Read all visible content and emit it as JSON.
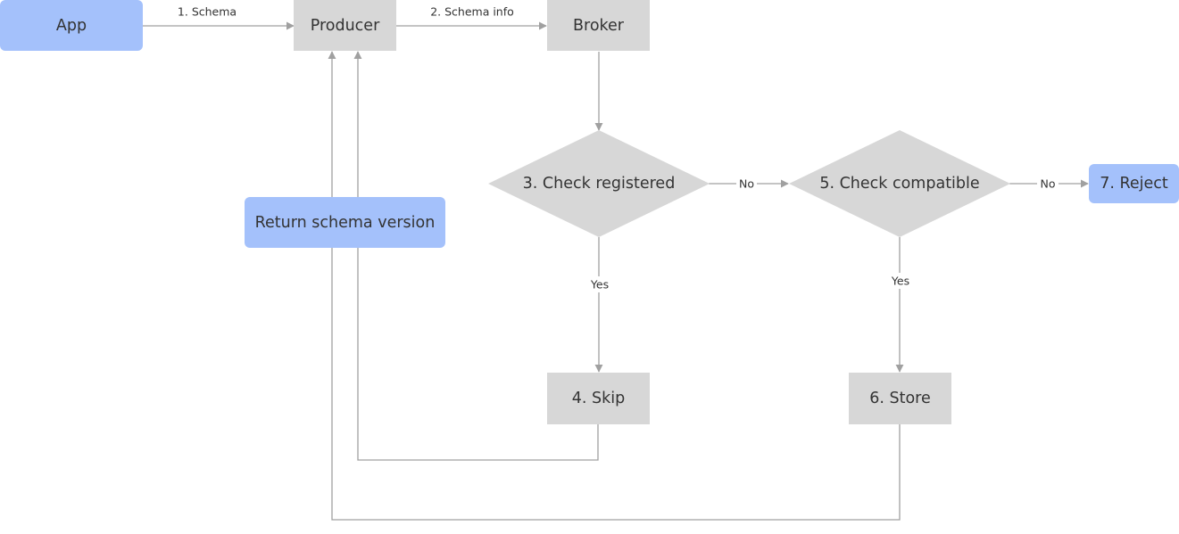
{
  "diagram": {
    "nodes": {
      "app": "App",
      "producer": "Producer",
      "broker": "Broker",
      "check_registered": "3. Check registered",
      "check_compatible": "5. Check compatible",
      "reject": "7. Reject",
      "return_schema_version": "Return schema version",
      "skip": "4. Skip",
      "store": "6. Store"
    },
    "edges": {
      "app_to_producer": "1. Schema",
      "producer_to_broker": "2. Schema info",
      "registered_no": "No",
      "compatible_no": "No",
      "registered_yes": "Yes",
      "compatible_yes": "Yes"
    },
    "colors": {
      "accent_node": "#a4c1fb",
      "process_node": "#d7d7d7",
      "connector": "#a0a0a0",
      "text": "#333333"
    }
  }
}
